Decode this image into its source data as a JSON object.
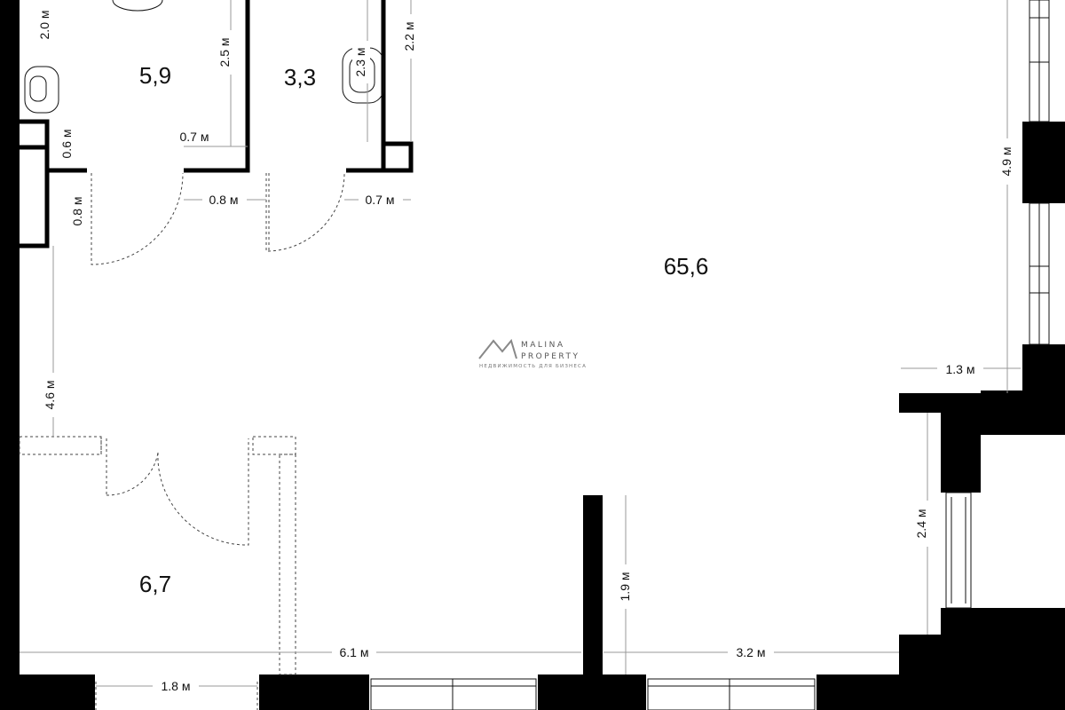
{
  "rooms": {
    "bathroom": "5,9",
    "wc": "3,3",
    "main_hall": "65,6",
    "office": "6,7"
  },
  "dimensions": {
    "d_2_0": "2.0 м",
    "d_2_5": "2.5 м",
    "d_2_3": "2.3 м",
    "d_2_2": "2.2 м",
    "d_0_7_a": "0.7 м",
    "d_0_6": "0.6 м",
    "d_0_8_a": "0.8 м",
    "d_0_8_b": "0.8 м",
    "d_0_7_b": "0.7 м",
    "d_4_9": "4.9 м",
    "d_4_6": "4.6 м",
    "d_1_3": "1.3 м",
    "d_2_4": "2.4 м",
    "d_1_9": "1.9 м",
    "d_6_1": "6.1 м",
    "d_3_2": "3.2 м",
    "d_1_8": "1.8 м"
  },
  "watermark": {
    "line1": "MALINA",
    "line2": "PROPERTY",
    "tagline": "НЕДВИЖИМОСТЬ ДЛЯ БИЗНЕСА"
  },
  "colors": {
    "walls": "#000000",
    "background": "#ffffff",
    "watermark": "#555555"
  }
}
